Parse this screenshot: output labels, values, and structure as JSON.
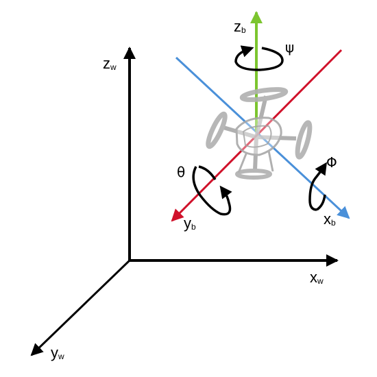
{
  "world_frame": {
    "z_label": "z",
    "z_sub": "w",
    "x_label": "x",
    "x_sub": "w",
    "y_label": "y",
    "y_sub": "w"
  },
  "body_frame": {
    "z_label": "z",
    "z_sub": "b",
    "x_label": "x",
    "x_sub": "b",
    "y_label": "y",
    "y_sub": "b"
  },
  "rotations": {
    "yaw": "ψ",
    "pitch": "θ",
    "roll": "Φ"
  },
  "colors": {
    "world_axis": "#000000",
    "body_x": "#4a90d9",
    "body_y": "#d0122b",
    "body_z": "#7cc52f",
    "drone": "#a8a8a8"
  }
}
